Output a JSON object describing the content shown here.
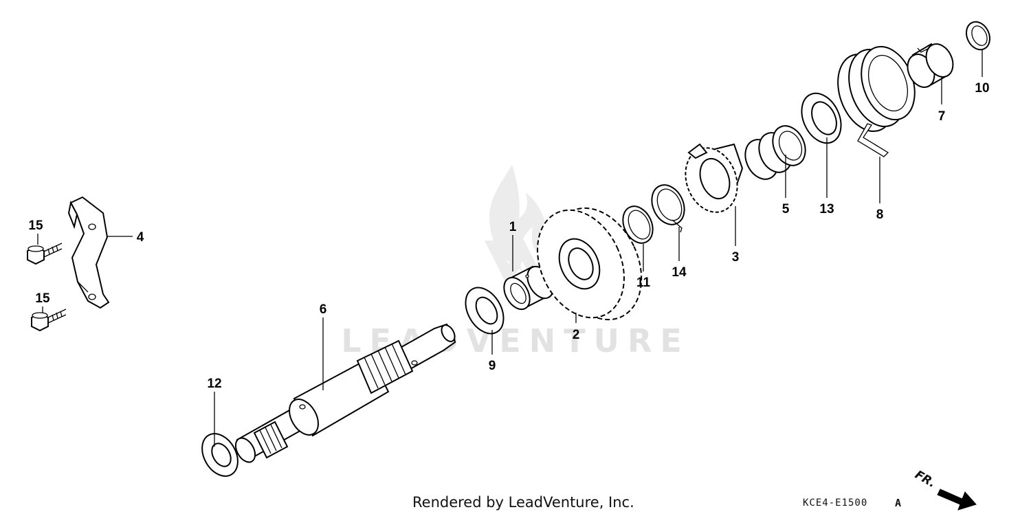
{
  "diagram": {
    "part_labels": [
      "1",
      "2",
      "3",
      "4",
      "5",
      "6",
      "7",
      "8",
      "9",
      "10",
      "11",
      "12",
      "13",
      "14",
      "15",
      "15"
    ],
    "watermark": {
      "text": "LEADVENTURE",
      "logo_icon": "flame-logo-icon"
    },
    "footer": {
      "rendered_by": "Rendered by LeadVenture, Inc.",
      "code": "KCE4-E1500",
      "code_suffix": "A",
      "direction_marker": "FR."
    },
    "colors": {
      "line": "#000000",
      "watermark": "#e2e2e2",
      "background": "#ffffff"
    }
  }
}
